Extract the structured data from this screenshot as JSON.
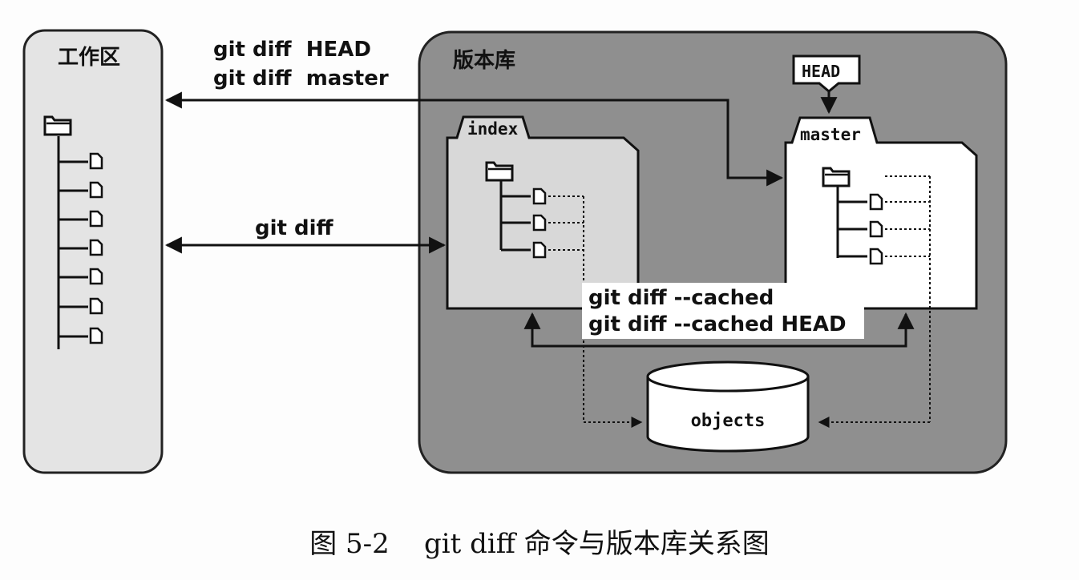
{
  "workspace": {
    "label": "工作区"
  },
  "repository": {
    "label": "版本库"
  },
  "index": {
    "label": "index"
  },
  "master": {
    "label": "master"
  },
  "head": {
    "label": "HEAD"
  },
  "objects": {
    "label": "objects"
  },
  "commands": {
    "diff_head": "git diff  HEAD",
    "diff_master": "git diff  master",
    "diff": "git diff",
    "diff_cached": "git diff --cached",
    "diff_cached_head": "git diff --cached HEAD"
  },
  "caption": "图 5-2    git diff 命令与版本库关系图"
}
